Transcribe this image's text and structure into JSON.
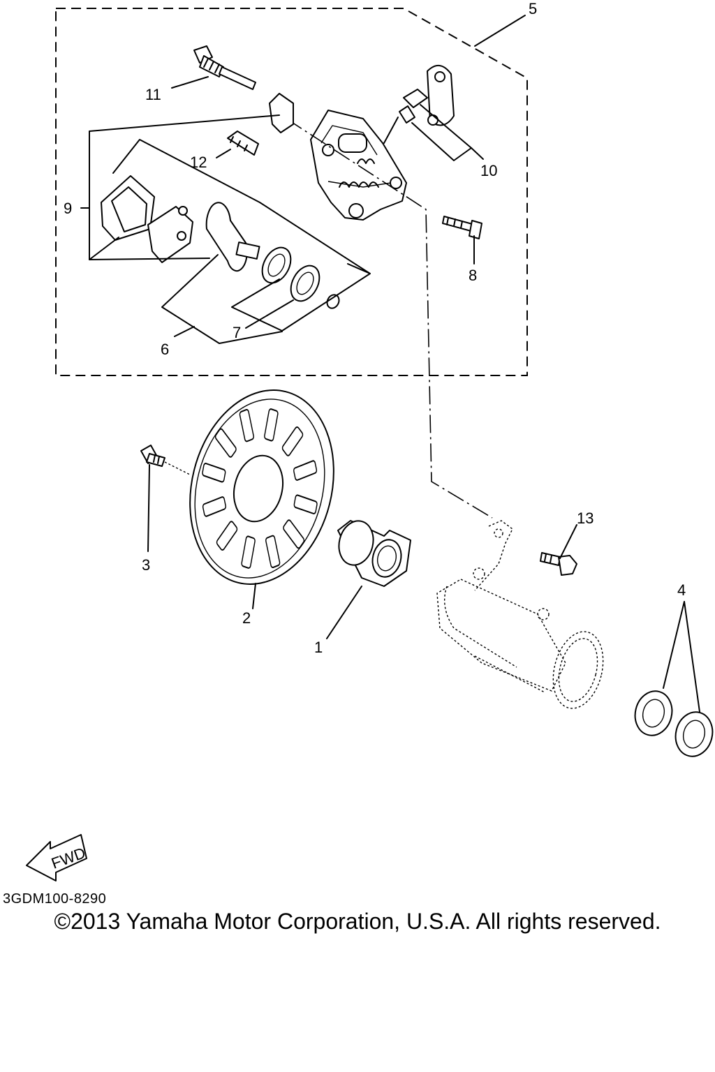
{
  "diagram": {
    "callouts": [
      "1",
      "2",
      "3",
      "4",
      "5",
      "6",
      "7",
      "8",
      "9",
      "10",
      "11",
      "12",
      "13"
    ],
    "direction_label": "FWD",
    "diagram_code": "3GDM100-8290",
    "copyright": "©2013 Yamaha Motor Corporation, U.S.A. All rights reserved."
  }
}
